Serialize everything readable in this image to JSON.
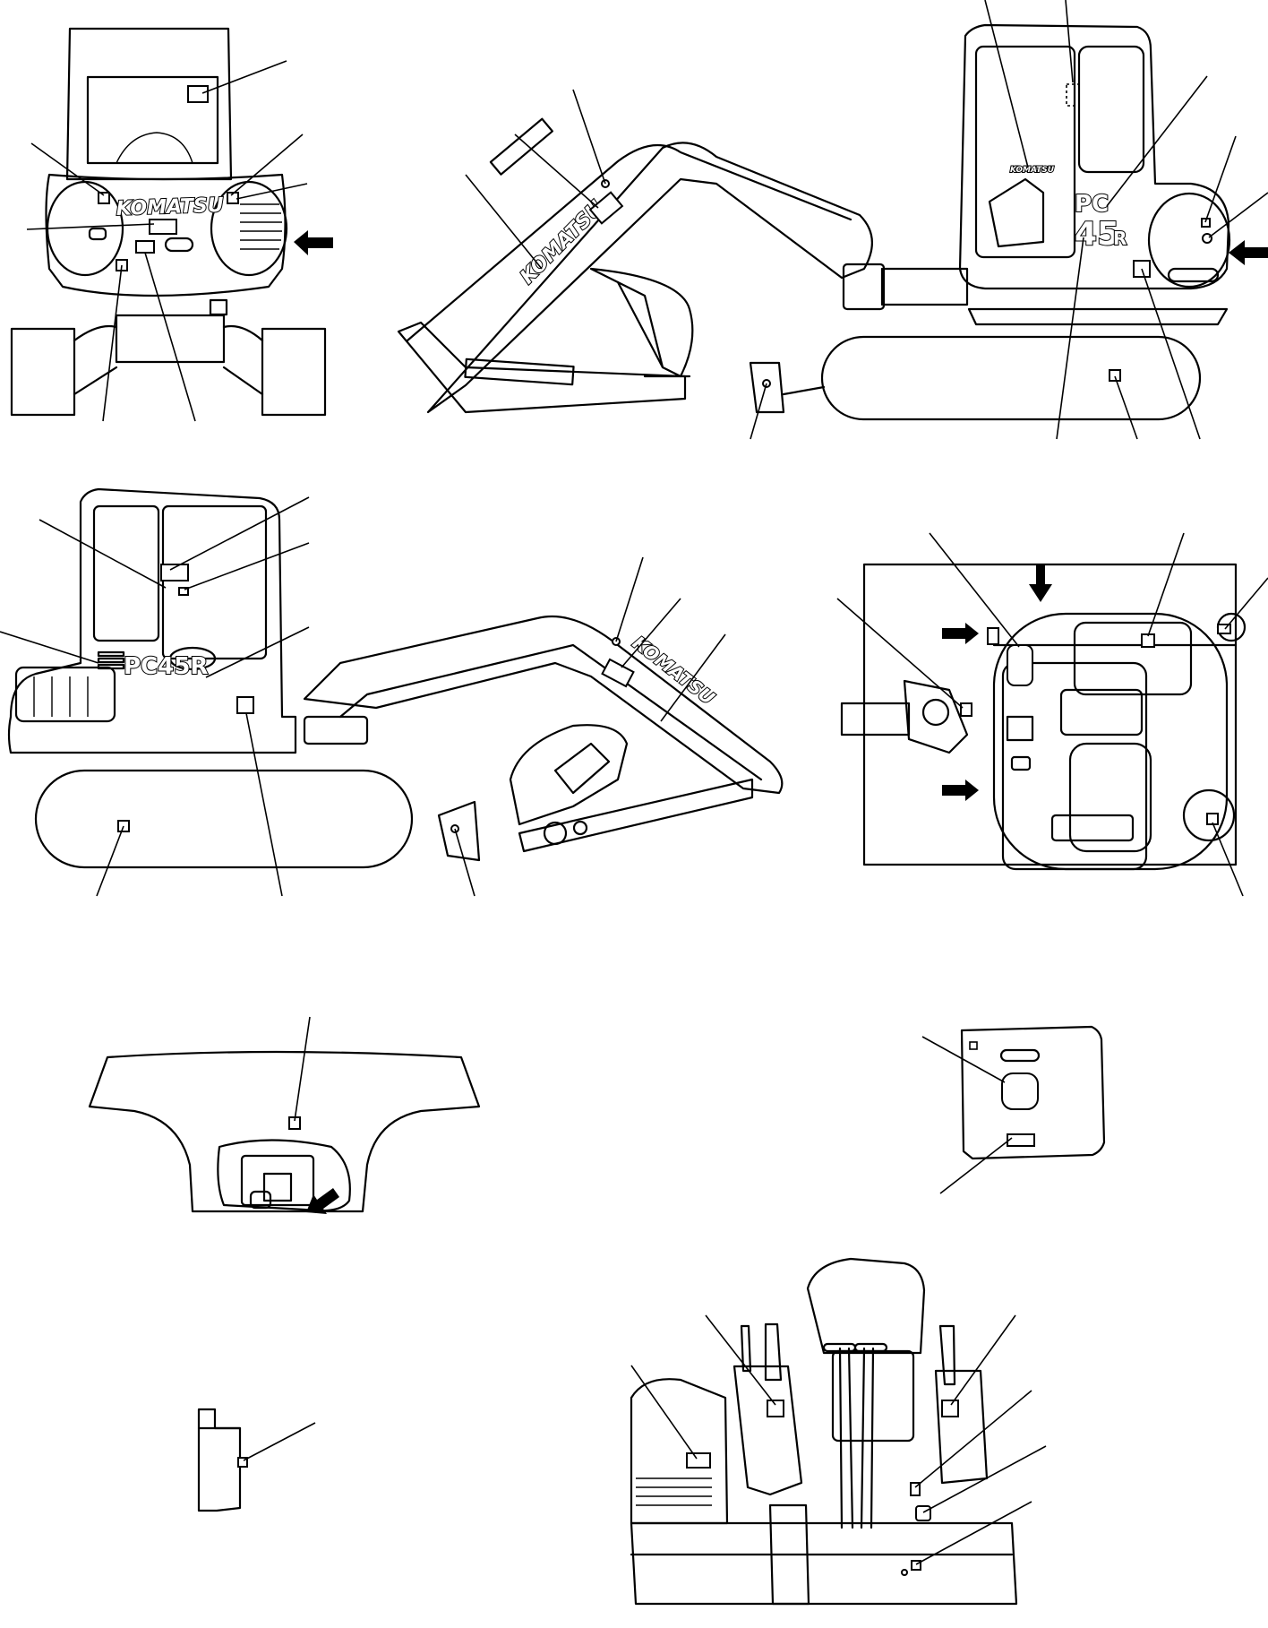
{
  "brand_text": "KOMATSU",
  "model": {
    "prefix": "PC",
    "number": "45",
    "suffix": "R",
    "full": "PC45R"
  },
  "views": [
    "rear-view",
    "right-side-view",
    "left-side-view",
    "top-view",
    "engine-hood-detail",
    "fuel-cap-detail",
    "small-panel-detail",
    "operator-station-view"
  ],
  "colors": {
    "line": "#000000",
    "background": "#ffffff"
  }
}
